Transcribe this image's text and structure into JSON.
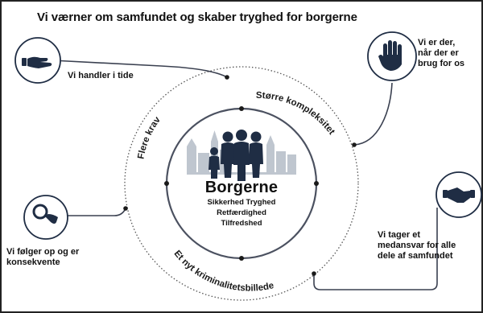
{
  "title": "Vi værner om  samfundet og skaber tryghed for borgerne",
  "center": {
    "heading": "Borgerne",
    "values": [
      "Sikkerhed  Tryghed",
      "Retfærdighed",
      "Tilfredshed"
    ]
  },
  "ring_labels": {
    "top_left": "Flere krav",
    "top_right": "Større kompleksitet",
    "bottom": "Et nyt kriminalitetsbillede"
  },
  "callouts": {
    "handler": "Vi handler  i tide",
    "der_line1": "Vi er der,",
    "der_line2": "når der er",
    "der_line3": "brug for os",
    "foelger_line1": "Vi følger op og er",
    "foelger_line2": "konsekvente",
    "tager_line1": "Vi tager et",
    "tager_line2": "medansvar  for alle",
    "tager_line3": "dele  af samfundet"
  },
  "icons": [
    "hand-giving-icon",
    "stop-hand-icon",
    "magnifier-hand-icon",
    "handshake-icon",
    "citizens-family-icon",
    "city-skyline-icon"
  ],
  "colors": {
    "navy": "#1f2d44",
    "ring": "#5a6070",
    "skyline": "#bfc6cf",
    "text": "#111111"
  }
}
